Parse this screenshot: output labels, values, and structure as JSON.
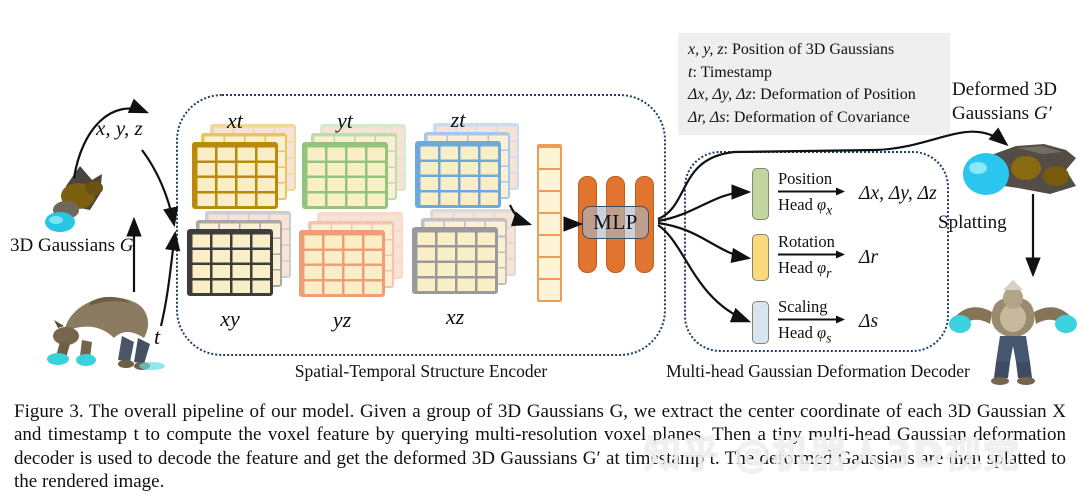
{
  "figure": {
    "caption": "Figure 3. The overall pipeline of our model. Given a group of 3D Gaussians G, we extract the center coordinate of each 3D Gaussian X and timestamp t to compute the voxel feature by querying multi-resolution voxel planes. Then a tiny multi-head Gaussian deformation decoder is used to decode the feature and get the deformed 3D Gaussians G′ at timestamp t. The deformed Gaussians are then splatted to the rendered image.",
    "watermark": "知乎 @机器人3D视觉"
  },
  "left": {
    "coords_label": "x, y, z",
    "source_label": "3D Gaussians",
    "source_symbol": "G",
    "time_label": "t"
  },
  "encoder": {
    "title": "Spatial-Temporal Structure Encoder",
    "mlp_label": "MLP",
    "panels": [
      {
        "label": "xt",
        "color": "#bb8a0b"
      },
      {
        "label": "yt",
        "color": "#93c47d"
      },
      {
        "label": "zt",
        "color": "#6fa8dc"
      },
      {
        "label": "xy",
        "color": "#3d3d3d"
      },
      {
        "label": "yz",
        "color": "#f09e78"
      },
      {
        "label": "xz",
        "color": "#9a9a9a"
      }
    ]
  },
  "decoder": {
    "title": "Multi-head Gaussian Deformation Decoder",
    "heads": [
      {
        "name": "Position",
        "head_word": "Head",
        "phi": "φ",
        "sub": "x",
        "output": "Δx, Δy, Δz",
        "color": "#c3d6a2"
      },
      {
        "name": "Rotation",
        "head_word": "Head",
        "phi": "φ",
        "sub": "r",
        "output": "Δr",
        "color": "#fbda7f"
      },
      {
        "name": "Scaling",
        "head_word": "Head",
        "phi": "φ",
        "sub": "s",
        "output": "Δs",
        "color": "#d8e5f0"
      }
    ]
  },
  "legend": {
    "items": [
      {
        "symbol": "x, y, z",
        "desc": ": Position of 3D Gaussians"
      },
      {
        "symbol": "t",
        "desc": ": Timestamp"
      },
      {
        "symbol": "Δx, Δy, Δz",
        "desc": ": Deformation of Position"
      },
      {
        "symbol": "Δr, Δs",
        "desc": ": Deformation of Covariance"
      }
    ]
  },
  "output": {
    "deformed_line1": "Deformed 3D",
    "deformed_line2": "Gaussians",
    "deformed_symbol": "G′",
    "splatting_label": "Splatting"
  },
  "palette": {
    "box_border": "#1f3f66",
    "mlp_orange": "#e1742e",
    "cell_cream": "#faeec6",
    "feature_vector_border": "#ee9c5a",
    "legend_bg": "#efefef"
  }
}
